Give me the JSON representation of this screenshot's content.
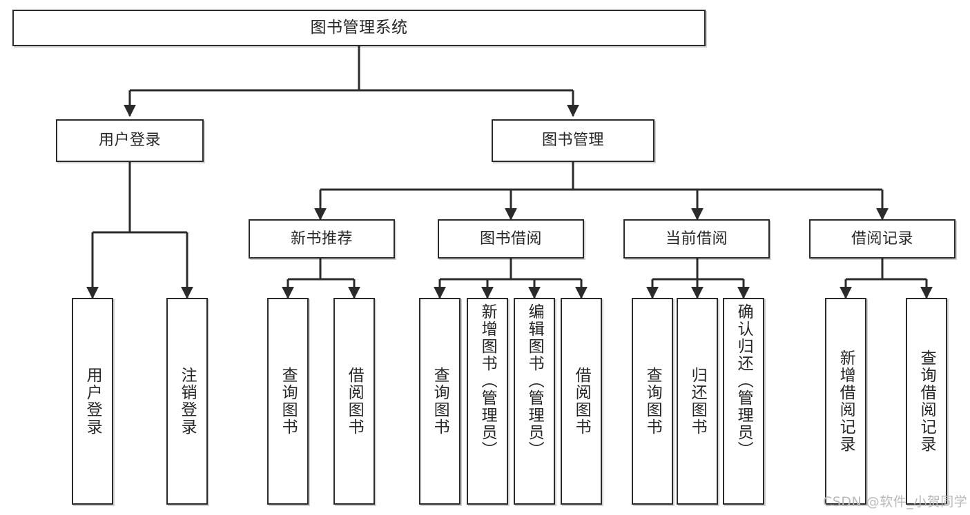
{
  "diagram": {
    "type": "tree",
    "title": "图书管理系统",
    "watermark": "CSDN @软件_小贺同学",
    "colors": {
      "stroke": "#2b2b2b",
      "fill": "#ffffff",
      "text": "#262626",
      "watermark": "#b9b9b9"
    },
    "nodes": {
      "root": {
        "label": "图书管理系统"
      },
      "level2": [
        {
          "id": "user-login",
          "label": "用户登录"
        },
        {
          "id": "book-manage",
          "label": "图书管理"
        }
      ],
      "level3": [
        {
          "id": "new-book-recommend",
          "label": "新书推荐"
        },
        {
          "id": "book-borrow",
          "label": "图书借阅"
        },
        {
          "id": "current-borrow",
          "label": "当前借阅"
        },
        {
          "id": "borrow-record",
          "label": "借阅记录"
        }
      ],
      "leaves": {
        "user-login": [
          {
            "id": "leaf-user-login",
            "label": "用户登录"
          },
          {
            "id": "leaf-logout-login",
            "label": "注销登录"
          }
        ],
        "new-book-recommend": [
          {
            "id": "leaf-query-book-1",
            "label": "查询图书"
          },
          {
            "id": "leaf-borrow-book-1",
            "label": "借阅图书"
          }
        ],
        "book-borrow": [
          {
            "id": "leaf-query-book-2",
            "label": "查询图书"
          },
          {
            "id": "leaf-add-book",
            "label": "新增图书（管理员）"
          },
          {
            "id": "leaf-edit-book",
            "label": "编辑图书（管理员）"
          },
          {
            "id": "leaf-borrow-book-2",
            "label": "借阅图书"
          }
        ],
        "current-borrow": [
          {
            "id": "leaf-query-book-3",
            "label": "查询图书"
          },
          {
            "id": "leaf-return-book",
            "label": "归还图书"
          },
          {
            "id": "leaf-confirm-return",
            "label": "确认归还（管理员）"
          }
        ],
        "borrow-record": [
          {
            "id": "leaf-add-record",
            "label": "新增借阅记录"
          },
          {
            "id": "leaf-query-record",
            "label": "查询借阅记录"
          }
        ]
      }
    }
  }
}
